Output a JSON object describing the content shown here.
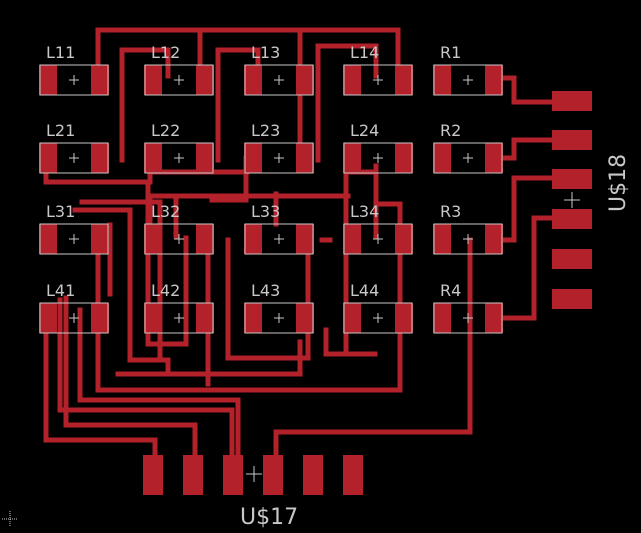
{
  "colors": {
    "background": "#000000",
    "trace": "#b3222b",
    "pad": "#b3222b",
    "silkscreen": "#c8c8c8"
  },
  "components": [
    {
      "name": "L11"
    },
    {
      "name": "L12"
    },
    {
      "name": "L13"
    },
    {
      "name": "L14"
    },
    {
      "name": "R1"
    },
    {
      "name": "L21"
    },
    {
      "name": "L22"
    },
    {
      "name": "L23"
    },
    {
      "name": "L24"
    },
    {
      "name": "R2"
    },
    {
      "name": "L31"
    },
    {
      "name": "L32"
    },
    {
      "name": "L33"
    },
    {
      "name": "L34"
    },
    {
      "name": "R3"
    },
    {
      "name": "L41"
    },
    {
      "name": "L42"
    },
    {
      "name": "L43"
    },
    {
      "name": "L44"
    },
    {
      "name": "R4"
    }
  ],
  "connectors": {
    "bottom": {
      "name": "U$17",
      "pin_count": 6
    },
    "right": {
      "name": "U$18",
      "pin_count": 6
    }
  }
}
